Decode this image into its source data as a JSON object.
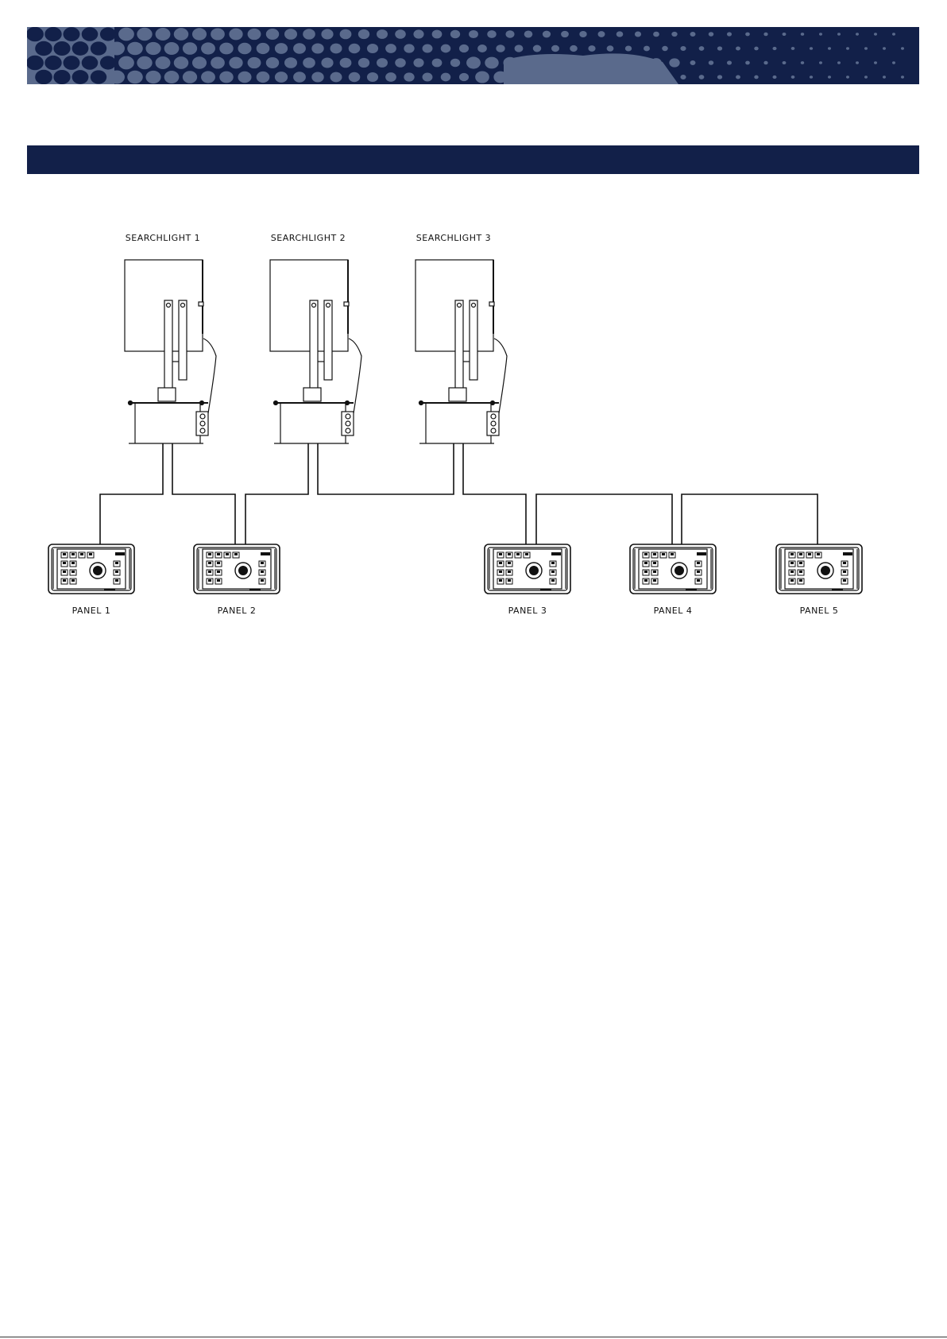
{
  "colors": {
    "navy": "#122049",
    "banner_light": "#5a6a8c",
    "line": "#111111"
  },
  "searchlights": [
    {
      "label": "SEARCHLIGHT 1"
    },
    {
      "label": "SEARCHLIGHT 2"
    },
    {
      "label": "SEARCHLIGHT 3"
    }
  ],
  "panels": [
    {
      "label": "PANEL 1"
    },
    {
      "label": "PANEL 2"
    },
    {
      "label": "PANEL 3"
    },
    {
      "label": "PANEL 4"
    },
    {
      "label": "PANEL 5"
    }
  ]
}
